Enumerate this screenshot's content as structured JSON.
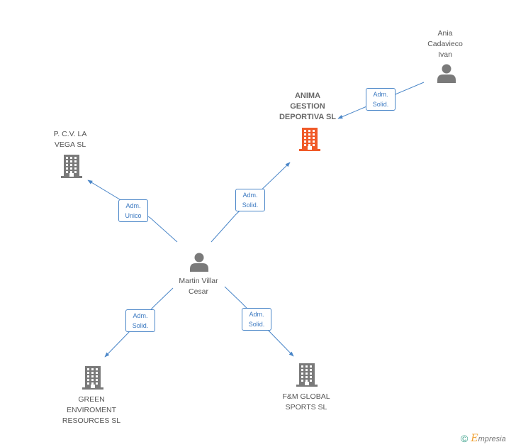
{
  "colors": {
    "edge": "#4a86c8",
    "company": "#7a7a7a",
    "highlight": "#f05a28",
    "person": "#7a7a7a"
  },
  "nodes": [
    {
      "id": "ania",
      "type": "person",
      "lines": [
        "Ania",
        "Cadavieco",
        "Ivan"
      ]
    },
    {
      "id": "anima",
      "type": "company",
      "highlight": true,
      "lines": [
        "ANIMA",
        "GESTION",
        "DEPORTIVA SL"
      ]
    },
    {
      "id": "pcv",
      "type": "company",
      "lines": [
        "P. C.V. LA",
        "VEGA SL"
      ]
    },
    {
      "id": "martin",
      "type": "person",
      "lines": [
        "Martin Villar",
        "Cesar"
      ]
    },
    {
      "id": "green",
      "type": "company",
      "lines": [
        "GREEN",
        "ENVIROMENT",
        "RESOURCES  SL"
      ]
    },
    {
      "id": "fm",
      "type": "company",
      "lines": [
        "F&M GLOBAL",
        "SPORTS SL"
      ]
    }
  ],
  "edges": [
    {
      "id": "ania-anima",
      "lines": [
        "Adm.",
        "Solid."
      ]
    },
    {
      "id": "martin-pcv",
      "lines": [
        "Adm.",
        "Unico"
      ]
    },
    {
      "id": "martin-anima",
      "lines": [
        "Adm.",
        "Solid."
      ]
    },
    {
      "id": "martin-green",
      "lines": [
        "Adm.",
        "Solid."
      ]
    },
    {
      "id": "martin-fm",
      "lines": [
        "Adm.",
        "Solid."
      ]
    }
  ],
  "brand": {
    "copyright_symbol": "©",
    "name_initial": "E",
    "name_rest": "mpresia"
  }
}
